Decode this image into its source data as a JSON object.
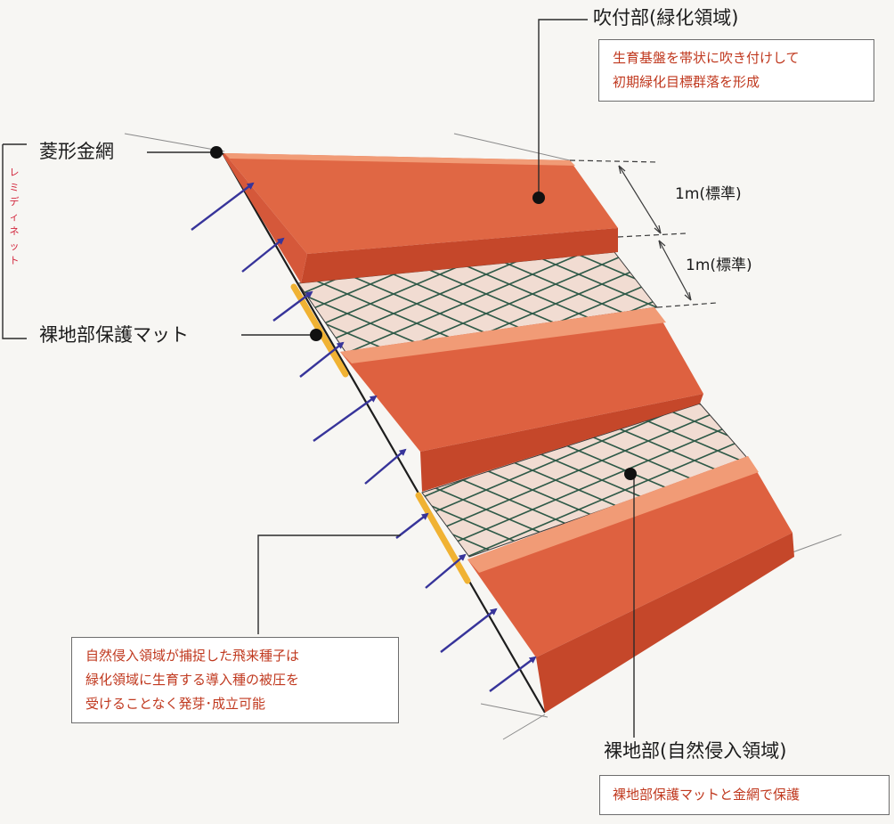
{
  "labels": {
    "spray_part": "吹付部(緑化領域)",
    "diamond_mesh": "菱形金網",
    "bare_mat": "裸地部保護マット",
    "bare_part": "裸地部(自然侵入領域)",
    "dim_top": "1m(標準)",
    "dim_bottom": "1m(標準)",
    "levimi_net": "レミディネット"
  },
  "boxes": {
    "spray": [
      "生育基盤を帯状に吹き付けして",
      "初期緑化目標群落を形成"
    ],
    "seeds": [
      "自然侵入領域が捕捉した飛来種子は",
      "緑化領域に生育する導入種の被圧を",
      "受けることなく発芽･成立可能"
    ],
    "bare": "裸地部保護マットと金網で保護"
  },
  "colors": {
    "band_top": "#f19b76",
    "band_face": "#dc5f3d",
    "band_bottom": "#c5472a",
    "mesh_fill": "#f1dcd2",
    "mesh_line": "#2f5a48",
    "arrow": "#37349a",
    "mat": "#f0b233",
    "note_text": "#c0391f"
  }
}
